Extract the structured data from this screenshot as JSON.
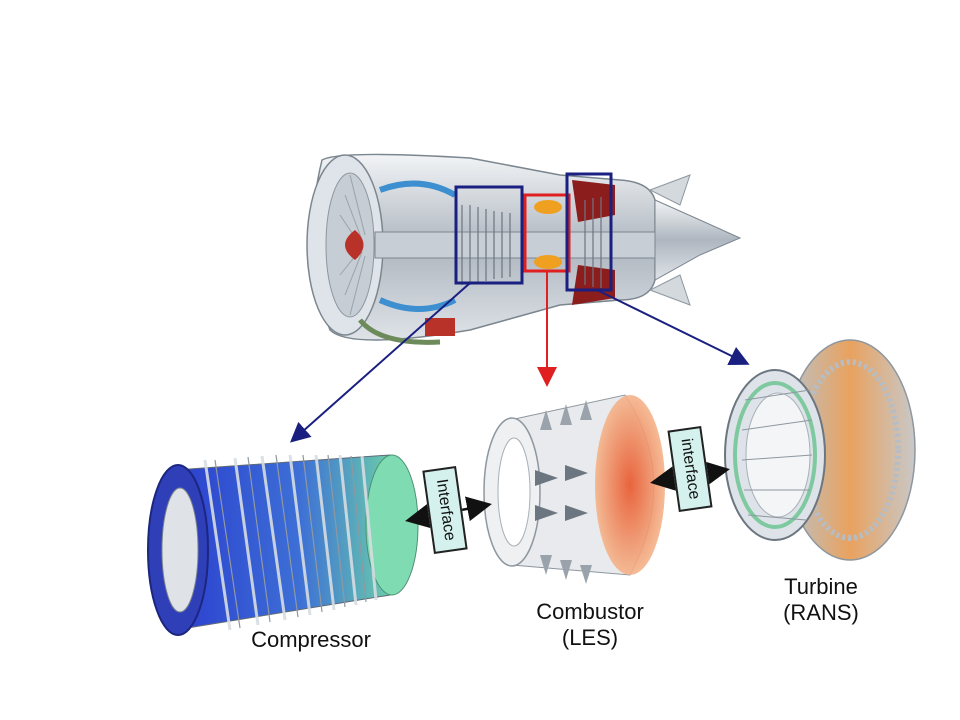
{
  "labels": {
    "compressor": "Compressor",
    "combustor_line1": "Combustor",
    "combustor_line2": "(LES)",
    "turbine_line1": "Turbine",
    "turbine_line2": "(RANS)"
  },
  "interfaces": {
    "left": "Interface",
    "right": "interface"
  },
  "colors": {
    "compressor_box": "#1a2080",
    "combustor_box": "#e02020",
    "turbine_box": "#1a2080",
    "interface_fill": "#d4f1ee"
  }
}
